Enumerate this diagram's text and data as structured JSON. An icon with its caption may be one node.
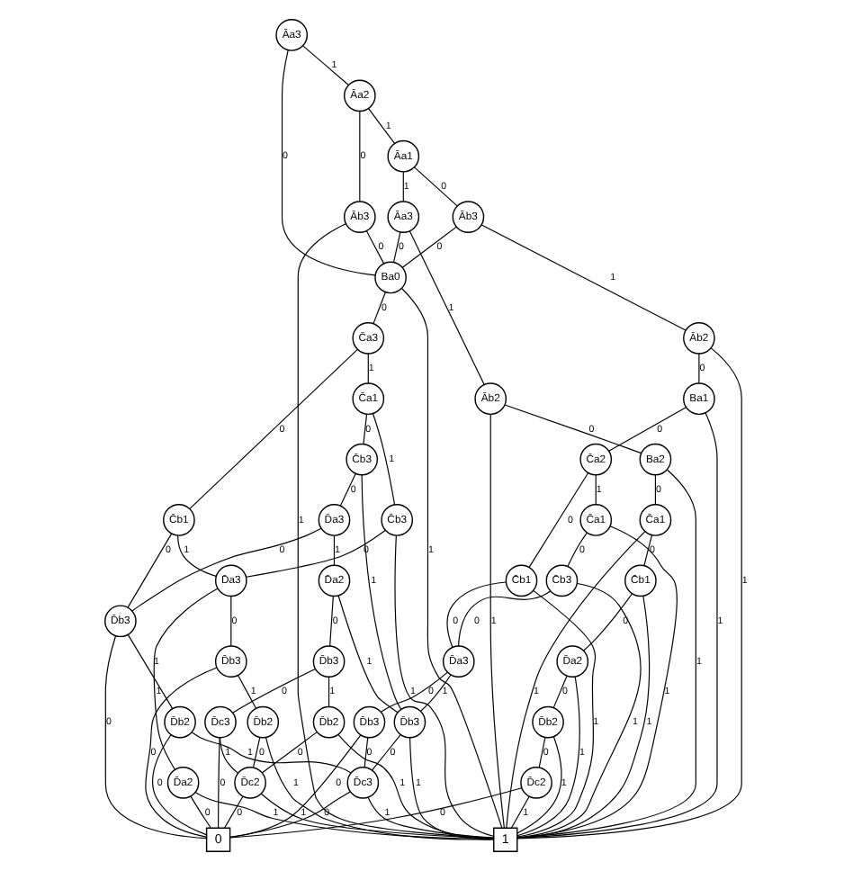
{
  "diagram": {
    "nodes": [
      {
        "text": [
          "Āa3"
        ]
      },
      {
        "text": [
          "Āa2"
        ]
      },
      {
        "text": [
          "Āb3"
        ]
      },
      {
        "text": [
          "Āa1"
        ]
      },
      {
        "text": [
          "Āb3"
        ]
      },
      {
        "text": [
          "Ba0"
        ]
      },
      {
        "text": [
          "Āa3"
        ]
      },
      {
        "text": [
          "Āb2"
        ]
      },
      {
        "text": [
          "Ba1"
        ]
      },
      {
        "text": [
          "Āb2"
        ]
      },
      {
        "text": [
          "Ba2"
        ]
      },
      {
        "text": [
          "C̄a3"
        ]
      },
      {
        "text": [
          "C̄b1"
        ]
      },
      {
        "text": [
          "D̄a3"
        ]
      },
      {
        "text": [
          "D̄b3"
        ]
      },
      {
        "text": [
          "C̄a1"
        ]
      },
      {
        "text": [
          "D̄a2"
        ]
      },
      {
        "text": [
          "D̄b2"
        ]
      },
      {
        "text": [
          "C̄b3"
        ]
      },
      {
        "text": [
          "C̄b3"
        ]
      },
      {
        "text": [
          "C̄a2"
        ]
      },
      {
        "text": [
          "C̄b1"
        ]
      },
      {
        "text": [
          "C̄a1"
        ]
      },
      {
        "text": [
          "C̄b3"
        ]
      },
      {
        "text": [
          "C̄a1"
        ]
      },
      {
        "text": [
          "D̄b3"
        ]
      },
      {
        "text": [
          "D̄a3"
        ]
      },
      {
        "text": [
          "D̄b2"
        ]
      },
      {
        "text": [
          "D̄a2"
        ]
      },
      {
        "text": [
          "D̄a3"
        ]
      },
      {
        "text": [
          "D̄b3"
        ]
      },
      {
        "text": [
          "C̄b1"
        ]
      },
      {
        "text": [
          "D̄b3"
        ]
      },
      {
        "text": [
          "D̄c3"
        ]
      },
      {
        "text": [
          "D̄b2"
        ]
      },
      {
        "text": [
          "D̄b3"
        ]
      },
      {
        "text": [
          "D̄c3"
        ]
      },
      {
        "text": [
          "D̄a2"
        ]
      },
      {
        "text": [
          "D̄c2"
        ]
      },
      {
        "text": [
          "D̄b2"
        ]
      },
      {
        "text": [
          "D̄c2"
        ]
      },
      {
        "text": [
          "0"
        ]
      },
      {
        "text": [
          "1"
        ]
      }
    ],
    "edges": [
      {
        "from": 0,
        "to": 5,
        "label": "0",
        "arrow": "none"
      },
      {
        "from": 0,
        "to": 1,
        "label": "1",
        "arrow": "none"
      },
      {
        "from": 1,
        "to": 2,
        "label": "0",
        "arrow": "none"
      },
      {
        "from": 1,
        "to": 3,
        "label": "1",
        "arrow": "none"
      },
      {
        "from": 2,
        "to": 5,
        "label": "0",
        "arrow": "none"
      },
      {
        "from": 2,
        "to": 42,
        "label": "1",
        "arrow": "none"
      },
      {
        "from": 3,
        "to": 4,
        "label": "0",
        "arrow": "none"
      },
      {
        "from": 3,
        "to": 6,
        "label": "1",
        "arrow": "none"
      },
      {
        "from": 4,
        "to": 5,
        "label": "0",
        "arrow": "none"
      },
      {
        "from": 4,
        "to": 7,
        "label": "1",
        "arrow": "none"
      },
      {
        "from": 6,
        "to": 5,
        "label": "0",
        "arrow": "none"
      },
      {
        "from": 6,
        "to": 9,
        "label": "1",
        "arrow": "none"
      },
      {
        "from": 7,
        "to": 8,
        "label": "0",
        "arrow": "none"
      },
      {
        "from": 7,
        "to": 42,
        "label": "1",
        "arrow": "none"
      },
      {
        "from": 5,
        "to": 11,
        "label": "0",
        "arrow": "none"
      },
      {
        "from": 5,
        "to": 42,
        "label": "1",
        "arrow": "none"
      },
      {
        "from": 8,
        "to": 20,
        "label": "0",
        "arrow": "none"
      },
      {
        "from": 8,
        "to": 42,
        "label": "1",
        "arrow": "none"
      },
      {
        "from": 9,
        "to": 10,
        "label": "0",
        "arrow": "none"
      },
      {
        "from": 9,
        "to": 42,
        "label": "1",
        "arrow": "none"
      },
      {
        "from": 10,
        "to": 24,
        "label": "0",
        "arrow": "none"
      },
      {
        "from": 10,
        "to": 42,
        "label": "1",
        "arrow": "none"
      },
      {
        "from": 11,
        "to": 12,
        "label": "0",
        "arrow": "none"
      },
      {
        "from": 11,
        "to": 15,
        "label": "1",
        "arrow": "none"
      },
      {
        "from": 12,
        "to": 25,
        "label": "0",
        "arrow": "none"
      },
      {
        "from": 12,
        "to": 13,
        "label": "1",
        "arrow": "none"
      },
      {
        "from": 13,
        "to": 14,
        "label": "0",
        "arrow": "none"
      },
      {
        "from": 13,
        "to": 16,
        "label": "1",
        "arrow": "none"
      },
      {
        "from": 14,
        "to": 41,
        "label": "0",
        "arrow": "none"
      },
      {
        "from": 14,
        "to": 17,
        "label": "1",
        "arrow": "none"
      },
      {
        "from": 15,
        "to": 19,
        "label": "0",
        "arrow": "none"
      },
      {
        "from": 15,
        "to": 18,
        "label": "1",
        "arrow": "none"
      },
      {
        "from": 16,
        "to": 41,
        "label": "0",
        "arrow": "none"
      },
      {
        "from": 16,
        "to": 42,
        "label": "1",
        "arrow": "none"
      },
      {
        "from": 17,
        "to": 38,
        "label": "0",
        "arrow": "none"
      },
      {
        "from": 17,
        "to": 42,
        "label": "1",
        "arrow": "none"
      },
      {
        "from": 18,
        "to": 13,
        "label": "0",
        "arrow": "none"
      },
      {
        "from": 18,
        "to": 42,
        "label": "1",
        "arrow": "none"
      },
      {
        "from": 19,
        "to": 26,
        "label": "0",
        "arrow": "none"
      },
      {
        "from": 19,
        "to": 30,
        "label": "1",
        "arrow": "none"
      },
      {
        "from": 20,
        "to": 21,
        "label": "0",
        "arrow": "none"
      },
      {
        "from": 20,
        "to": 22,
        "label": "1",
        "arrow": "none"
      },
      {
        "from": 21,
        "to": 29,
        "label": "0",
        "arrow": "none"
      },
      {
        "from": 21,
        "to": 42,
        "label": "1",
        "arrow": "none"
      },
      {
        "from": 22,
        "to": 23,
        "label": "0",
        "arrow": "none"
      },
      {
        "from": 22,
        "to": 42,
        "label": "1",
        "arrow": "none"
      },
      {
        "from": 23,
        "to": 29,
        "label": "0",
        "arrow": "none"
      },
      {
        "from": 23,
        "to": 42,
        "label": "1",
        "arrow": "none"
      },
      {
        "from": 24,
        "to": 31,
        "label": "0",
        "arrow": "none"
      },
      {
        "from": 24,
        "to": 42,
        "label": "1",
        "arrow": "none"
      },
      {
        "from": 25,
        "to": 41,
        "label": "0",
        "arrow": "none"
      },
      {
        "from": 25,
        "to": 27,
        "label": "1",
        "arrow": "none"
      },
      {
        "from": 26,
        "to": 25,
        "label": "0",
        "arrow": "none"
      },
      {
        "from": 26,
        "to": 28,
        "label": "1",
        "arrow": "none"
      },
      {
        "from": 27,
        "to": 41,
        "label": "0",
        "arrow": "none"
      },
      {
        "from": 27,
        "to": 36,
        "label": "1",
        "arrow": "none"
      },
      {
        "from": 28,
        "to": 32,
        "label": "0",
        "arrow": "none"
      },
      {
        "from": 28,
        "to": 30,
        "label": "1",
        "arrow": "none"
      },
      {
        "from": 29,
        "to": 35,
        "label": "0",
        "arrow": "none"
      },
      {
        "from": 29,
        "to": 30,
        "label": "1",
        "arrow": "none"
      },
      {
        "from": 30,
        "to": 36,
        "label": "0",
        "arrow": "none"
      },
      {
        "from": 30,
        "to": 42,
        "label": "1",
        "arrow": "none"
      },
      {
        "from": 31,
        "to": 37,
        "label": "0",
        "arrow": "none"
      },
      {
        "from": 31,
        "to": 42,
        "label": "1",
        "arrow": "none"
      },
      {
        "from": 32,
        "to": 33,
        "label": "0",
        "arrow": "none"
      },
      {
        "from": 32,
        "to": 34,
        "label": "1",
        "arrow": "none"
      },
      {
        "from": 33,
        "to": 41,
        "label": "0",
        "arrow": "none"
      },
      {
        "from": 33,
        "to": 38,
        "label": "1",
        "arrow": "none"
      },
      {
        "from": 34,
        "to": 38,
        "label": "0",
        "arrow": "none"
      },
      {
        "from": 34,
        "to": 42,
        "label": "1",
        "arrow": "none"
      },
      {
        "from": 35,
        "to": 36,
        "label": "0",
        "arrow": "none"
      },
      {
        "from": 35,
        "to": 41,
        "label": "0",
        "arrow": "none"
      },
      {
        "from": 36,
        "to": 41,
        "label": "0",
        "arrow": "none"
      },
      {
        "from": 36,
        "to": 42,
        "label": "1",
        "arrow": "none"
      },
      {
        "from": 37,
        "to": 39,
        "label": "0",
        "arrow": "none"
      },
      {
        "from": 37,
        "to": 42,
        "label": "1",
        "arrow": "none"
      },
      {
        "from": 38,
        "to": 41,
        "label": "0",
        "arrow": "none"
      },
      {
        "from": 38,
        "to": 42,
        "label": "1",
        "arrow": "none"
      },
      {
        "from": 39,
        "to": 40,
        "label": "0",
        "arrow": "none"
      },
      {
        "from": 39,
        "to": 42,
        "label": "1",
        "arrow": "none"
      },
      {
        "from": 40,
        "to": 41,
        "label": "0",
        "arrow": "none"
      },
      {
        "from": 40,
        "to": 42,
        "label": "1",
        "arrow": "none"
      }
    ]
  }
}
